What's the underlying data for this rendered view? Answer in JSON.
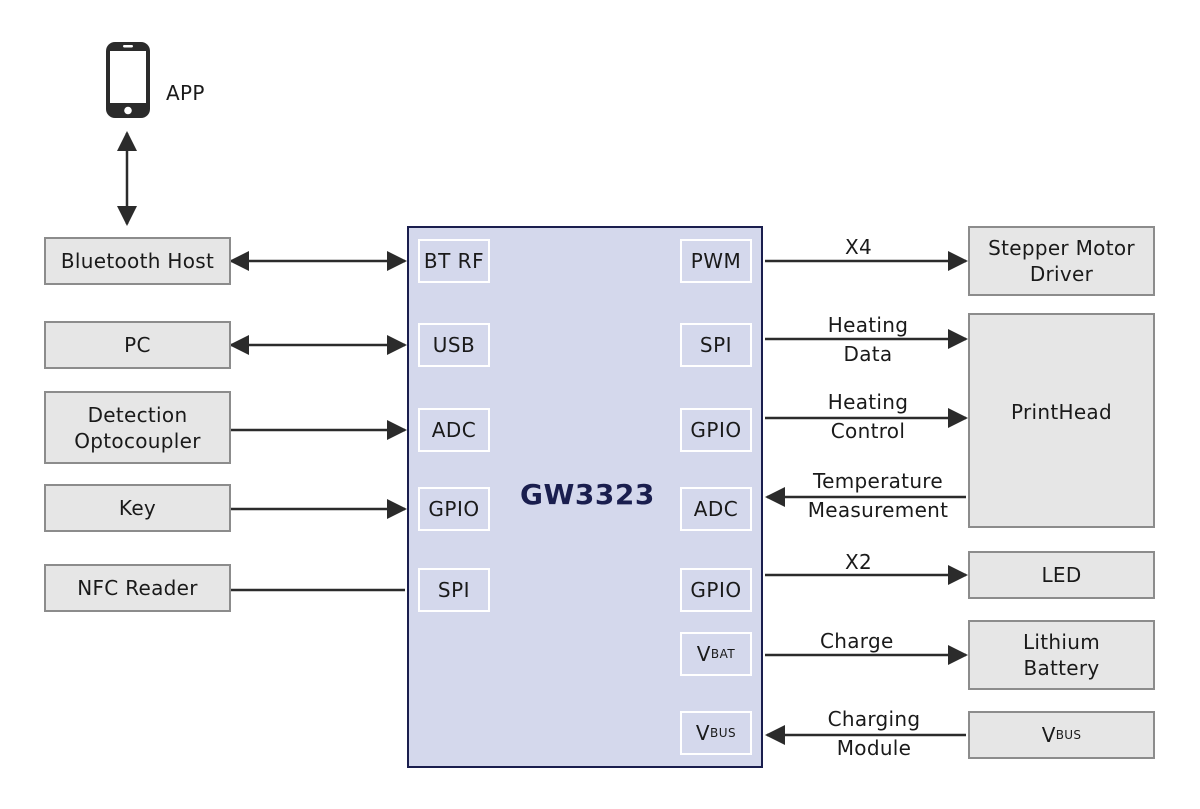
{
  "app": {
    "label": "APP",
    "icon": "smartphone-icon"
  },
  "chip": {
    "name": "GW3323"
  },
  "left_blocks": {
    "bluetooth_host": "Bluetooth Host",
    "pc": "PC",
    "detection_line1": "Detection",
    "detection_line2": "Optocoupler",
    "key": "Key",
    "nfc_reader": "NFC Reader"
  },
  "left_pins": {
    "bt_rf": "BT RF",
    "usb": "USB",
    "adc": "ADC",
    "gpio": "GPIO",
    "spi": "SPI"
  },
  "right_pins": {
    "pwm": "PWM",
    "spi": "SPI",
    "gpio1": "GPIO",
    "adc": "ADC",
    "gpio2": "GPIO",
    "vbat_main": "V",
    "vbat_sub": "BAT",
    "vbus_main": "V",
    "vbus_sub": "BUS"
  },
  "right_blocks": {
    "stepper_line1": "Stepper Motor",
    "stepper_line2": "Driver",
    "printhead": "PrintHead",
    "led": "LED",
    "lithium_line1": "Lithium",
    "lithium_line2": "Battery",
    "vbus_main": "V",
    "vbus_sub": "BUS"
  },
  "signal_labels": {
    "x4": "X4",
    "heating_data_1": "Heating",
    "heating_data_2": "Data",
    "heating_control_1": "Heating",
    "heating_control_2": "Control",
    "temp_1": "Temperature",
    "temp_2": "Measurement",
    "x2": "X2",
    "charge": "Charge",
    "charging_1": "Charging",
    "charging_2": "Module"
  },
  "colors": {
    "chip_fill": "#d4d8ec",
    "chip_border": "#1a1e4e",
    "block_fill": "#e6e6e6",
    "block_border": "#8c8c8c",
    "line": "#2b2b2b"
  }
}
